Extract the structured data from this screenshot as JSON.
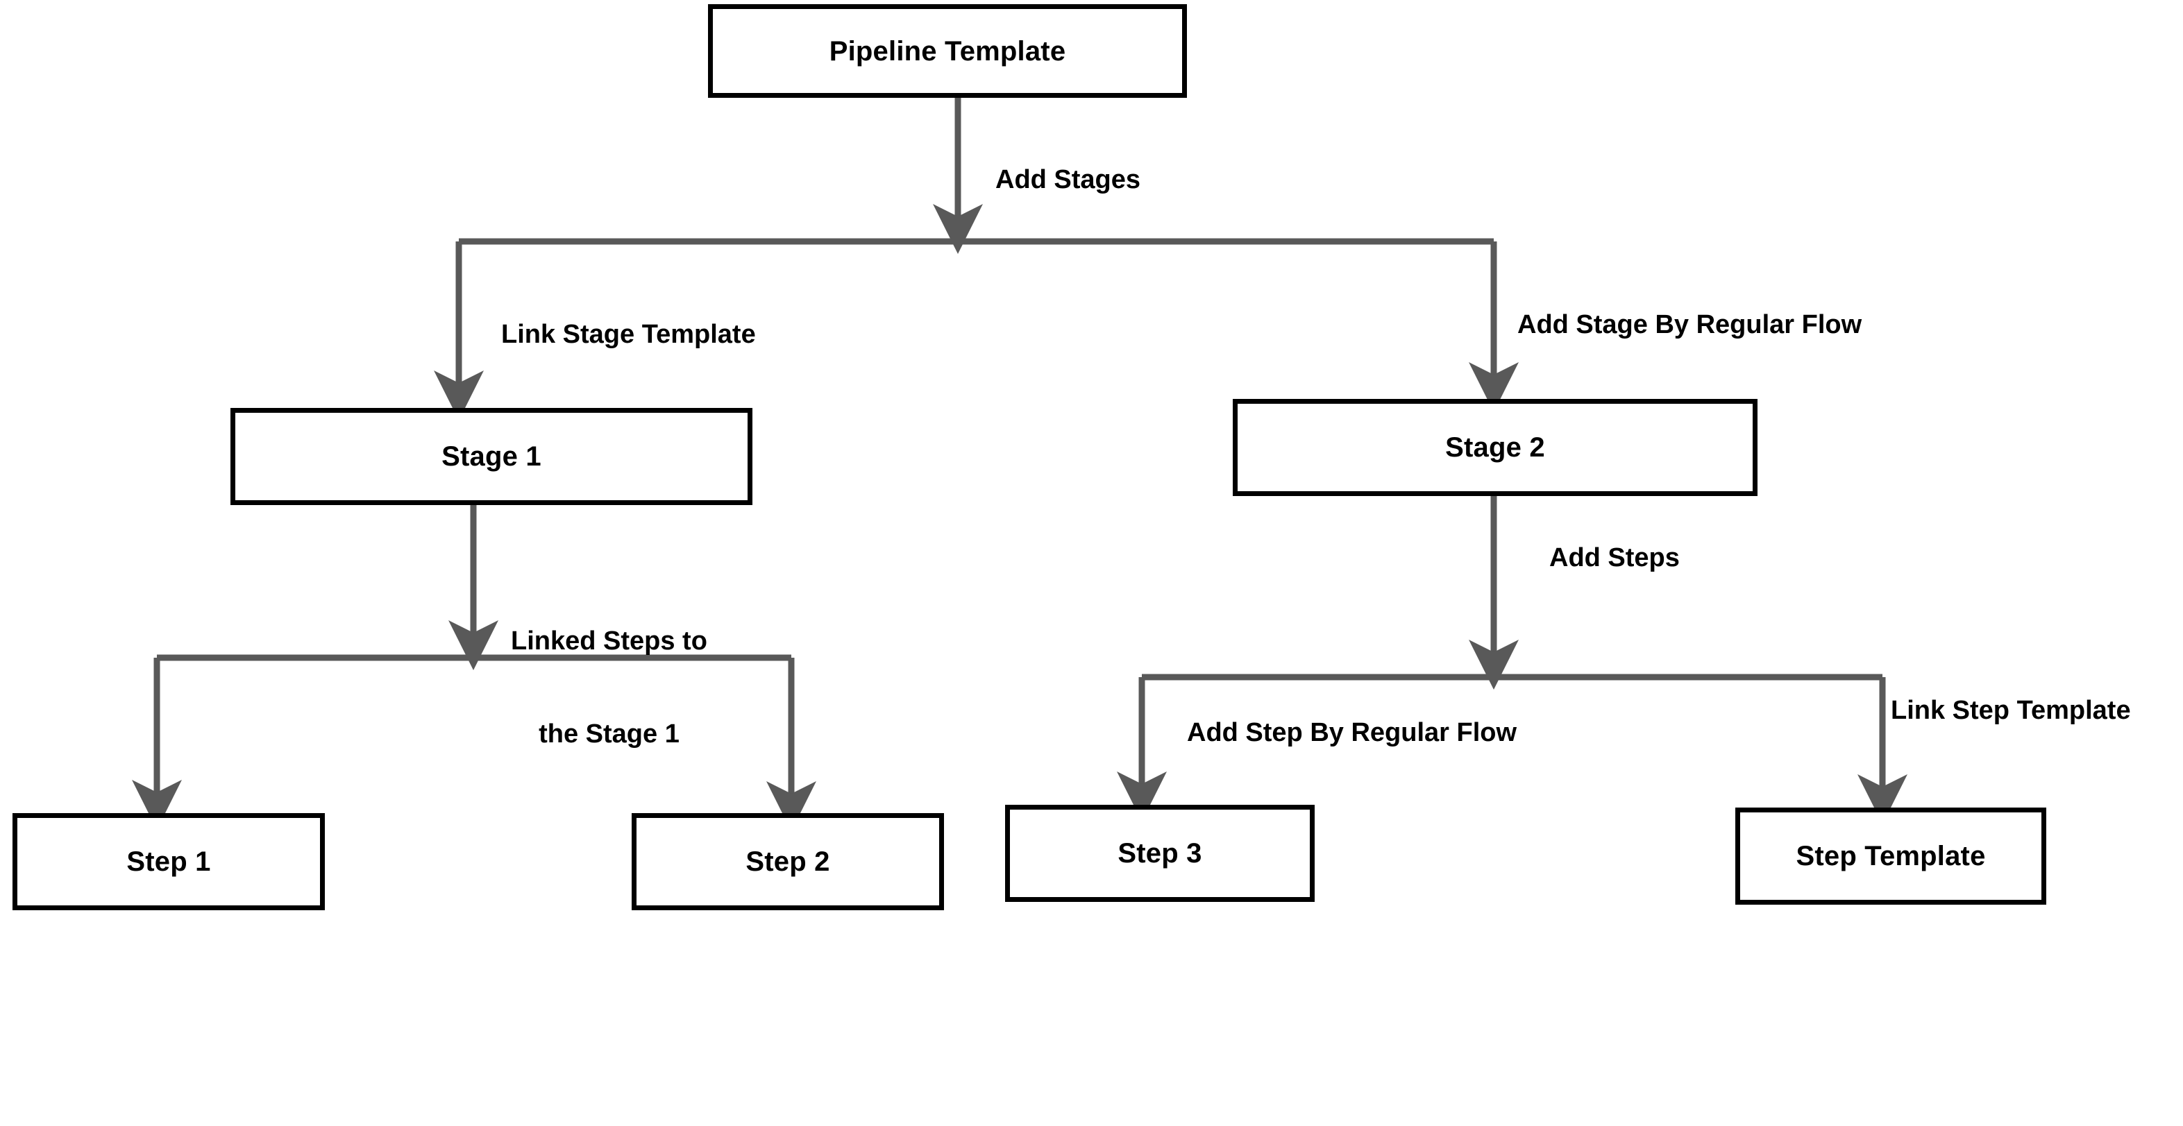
{
  "diagram": {
    "title": "Pipeline Template hierarchy flow",
    "colors": {
      "node_border": "#000000",
      "node_fill": "#ffffff",
      "edge": "#595959",
      "text": "#000000",
      "background": "#ffffff"
    },
    "nodes": [
      {
        "id": "pipeline-template",
        "label": "Pipeline Template"
      },
      {
        "id": "stage-1",
        "label": "Stage 1"
      },
      {
        "id": "stage-2",
        "label": "Stage 2"
      },
      {
        "id": "step-1",
        "label": "Step 1"
      },
      {
        "id": "step-2",
        "label": "Step 2"
      },
      {
        "id": "step-3",
        "label": "Step 3"
      },
      {
        "id": "step-template",
        "label": "Step Template"
      }
    ],
    "edge_labels": [
      {
        "id": "add-stages",
        "text": "Add Stages",
        "from": "pipeline-template",
        "to": "branch"
      },
      {
        "id": "link-stage-template",
        "text": "Link Stage Template",
        "from": "pipeline-template",
        "to": "stage-1"
      },
      {
        "id": "add-stage-by-regular-flow",
        "text": "Add Stage By Regular Flow",
        "from": "pipeline-template",
        "to": "stage-2"
      },
      {
        "id": "linked-steps-to-the-stage-1",
        "line1": "Linked Steps to",
        "line2": "the Stage 1",
        "from": "stage-1",
        "to": "steps"
      },
      {
        "id": "add-steps",
        "text": "Add Steps",
        "from": "stage-2",
        "to": "steps"
      },
      {
        "id": "add-step-by-regular-flow",
        "text": "Add Step By Regular Flow",
        "from": "stage-2",
        "to": "step-3"
      },
      {
        "id": "link-step-template",
        "text": "Link Step Template",
        "from": "stage-2",
        "to": "step-template"
      }
    ]
  }
}
